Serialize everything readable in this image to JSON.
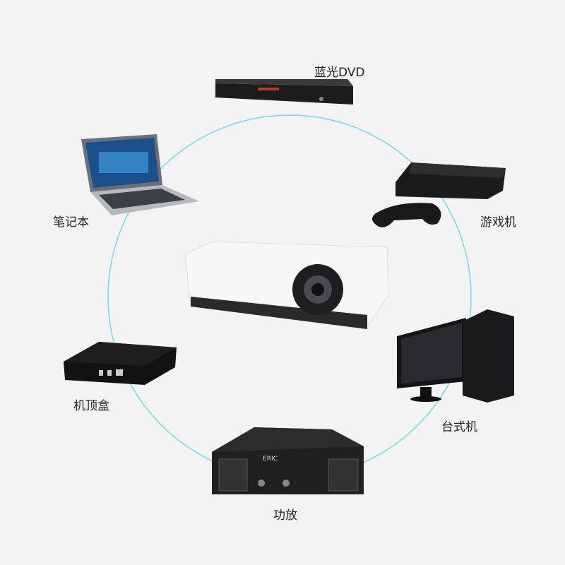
{
  "labels": {
    "dvd": "蓝光DVD",
    "laptop": "笔记本",
    "console": "游戏机",
    "settop": "机顶盒",
    "desktop": "台式机",
    "amplifier": "功放"
  },
  "brand_text": "ERIC",
  "colors": {
    "ring": "#6fdbe6",
    "background": "#f3f3f3"
  }
}
